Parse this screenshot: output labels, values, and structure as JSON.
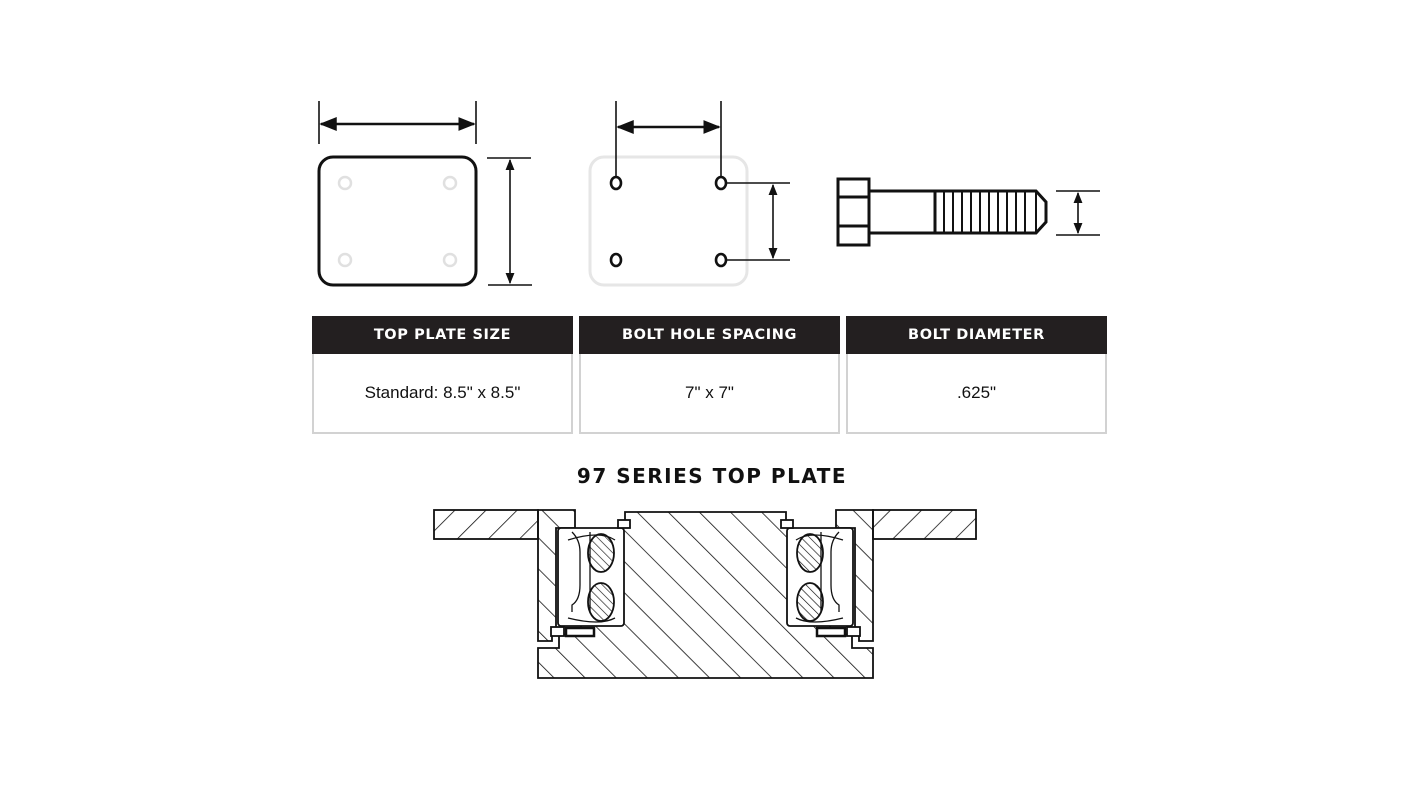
{
  "specs": [
    {
      "header": "TOP PLATE SIZE",
      "value": "Standard: 8.5\" x 8.5\""
    },
    {
      "header": "BOLT HOLE SPACING",
      "value": "7\" x 7\""
    },
    {
      "header": "BOLT DIAMETER",
      "value": ".625\""
    }
  ],
  "section_title": "97 SERIES TOP PLATE",
  "colors": {
    "header_bg": "#231f20",
    "border": "#d2d2d2",
    "faded": "#e6e6e6"
  }
}
